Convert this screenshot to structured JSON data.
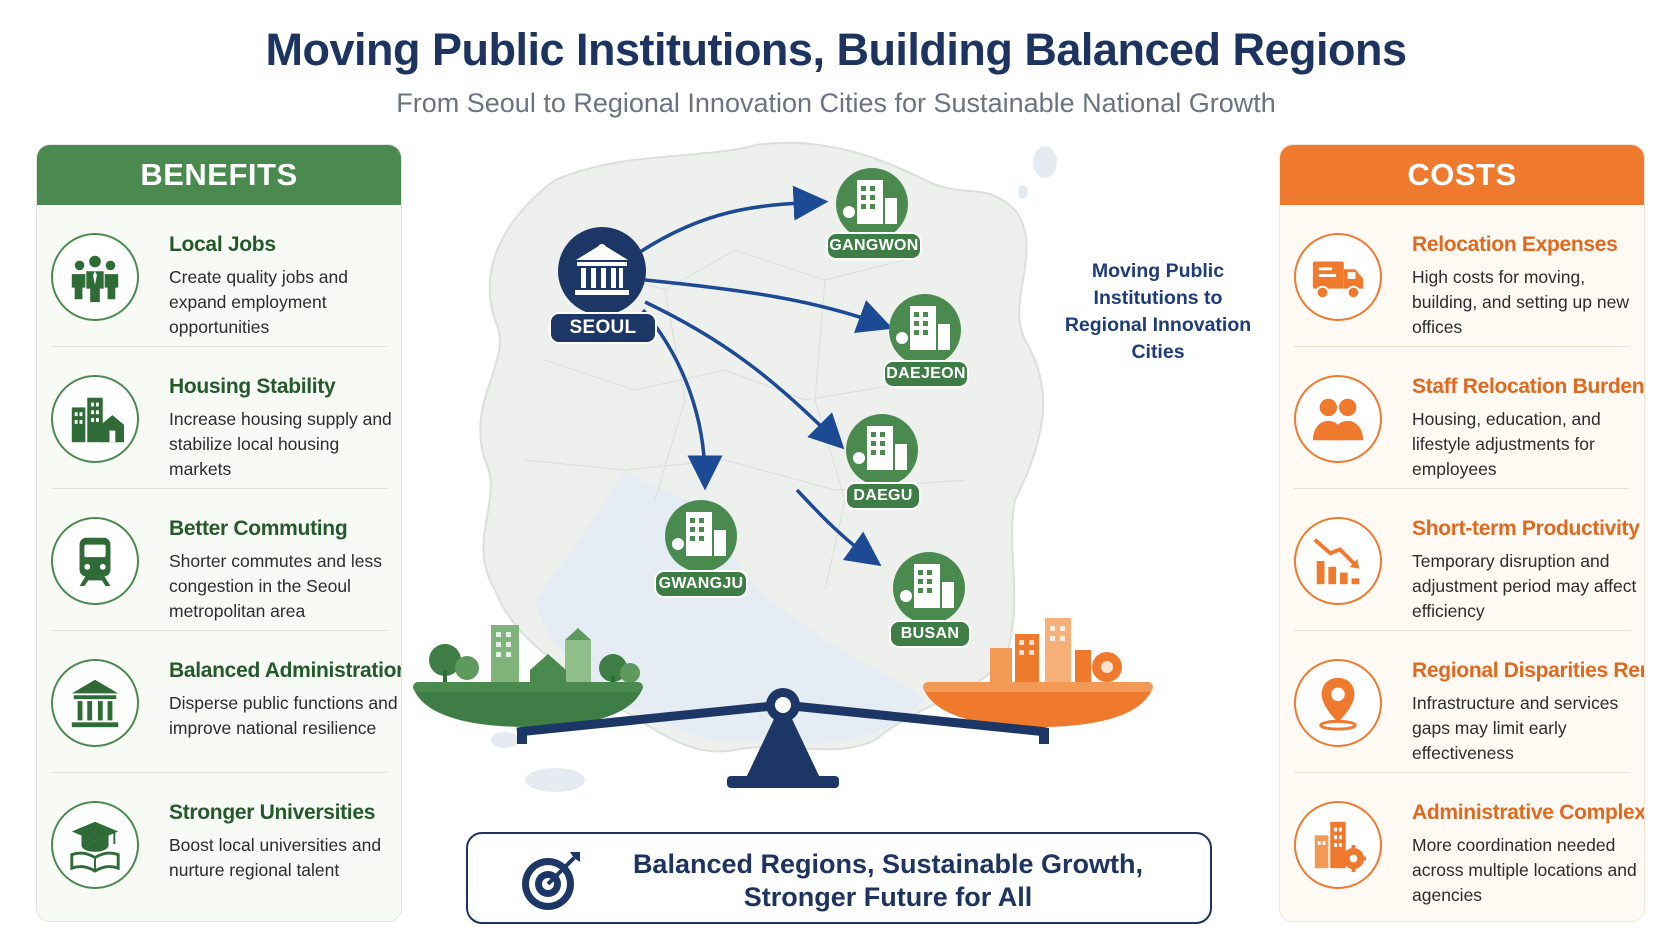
{
  "header": {
    "title": "Moving Public Institutions, Building Balanced Regions",
    "subtitle": "From Seoul to Regional Innovation Cities for Sustainable National Growth"
  },
  "benefits": {
    "heading": "BENEFITS",
    "color": "#4b8a4f",
    "items": [
      {
        "title": "Local Jobs",
        "desc": "Create quality jobs and expand employment opportunities",
        "icon": "people-group-icon"
      },
      {
        "title": "Housing Stability",
        "desc": "Increase housing supply and stabilize local housing markets",
        "icon": "buildings-house-icon"
      },
      {
        "title": "Better Commuting",
        "desc": "Shorter commutes and less congestion in the Seoul metropolitan area",
        "icon": "train-icon"
      },
      {
        "title": "Balanced Administration",
        "desc": "Disperse public functions and improve national resilience",
        "icon": "government-building-icon"
      },
      {
        "title": "Stronger Universities",
        "desc": "Boost local universities and nurture regional talent",
        "icon": "graduation-cap-book-icon"
      }
    ]
  },
  "costs": {
    "heading": "COSTS",
    "color": "#ef7a2e",
    "items": [
      {
        "title": "Relocation Expenses",
        "desc": "High costs for moving, building, and setting up new offices",
        "icon": "moving-truck-icon"
      },
      {
        "title": "Staff Relocation Burden",
        "desc": "Housing, education, and lifestyle adjustments for employees",
        "icon": "people-pair-icon"
      },
      {
        "title": "Short-term Productivity Dip",
        "desc": "Temporary disruption and adjustment period may affect efficiency",
        "icon": "declining-chart-icon"
      },
      {
        "title": "Regional Disparities Remain",
        "desc": "Infrastructure and services gaps may limit early effectiveness",
        "icon": "map-pin-icon"
      },
      {
        "title": "Administrative Complexity",
        "desc": "More coordination needed across multiple locations and agencies",
        "icon": "building-gear-icon"
      }
    ]
  },
  "map": {
    "origin": "SEOUL",
    "destinations": [
      "GANGWON",
      "DAEJEON",
      "DAEGU",
      "GWANGJU",
      "BUSAN"
    ],
    "label": "Moving Public Institutions to Regional Innovation Cities"
  },
  "goal": {
    "line1": "Balanced Regions, Sustainable Growth,",
    "line2": "Stronger Future for All"
  }
}
